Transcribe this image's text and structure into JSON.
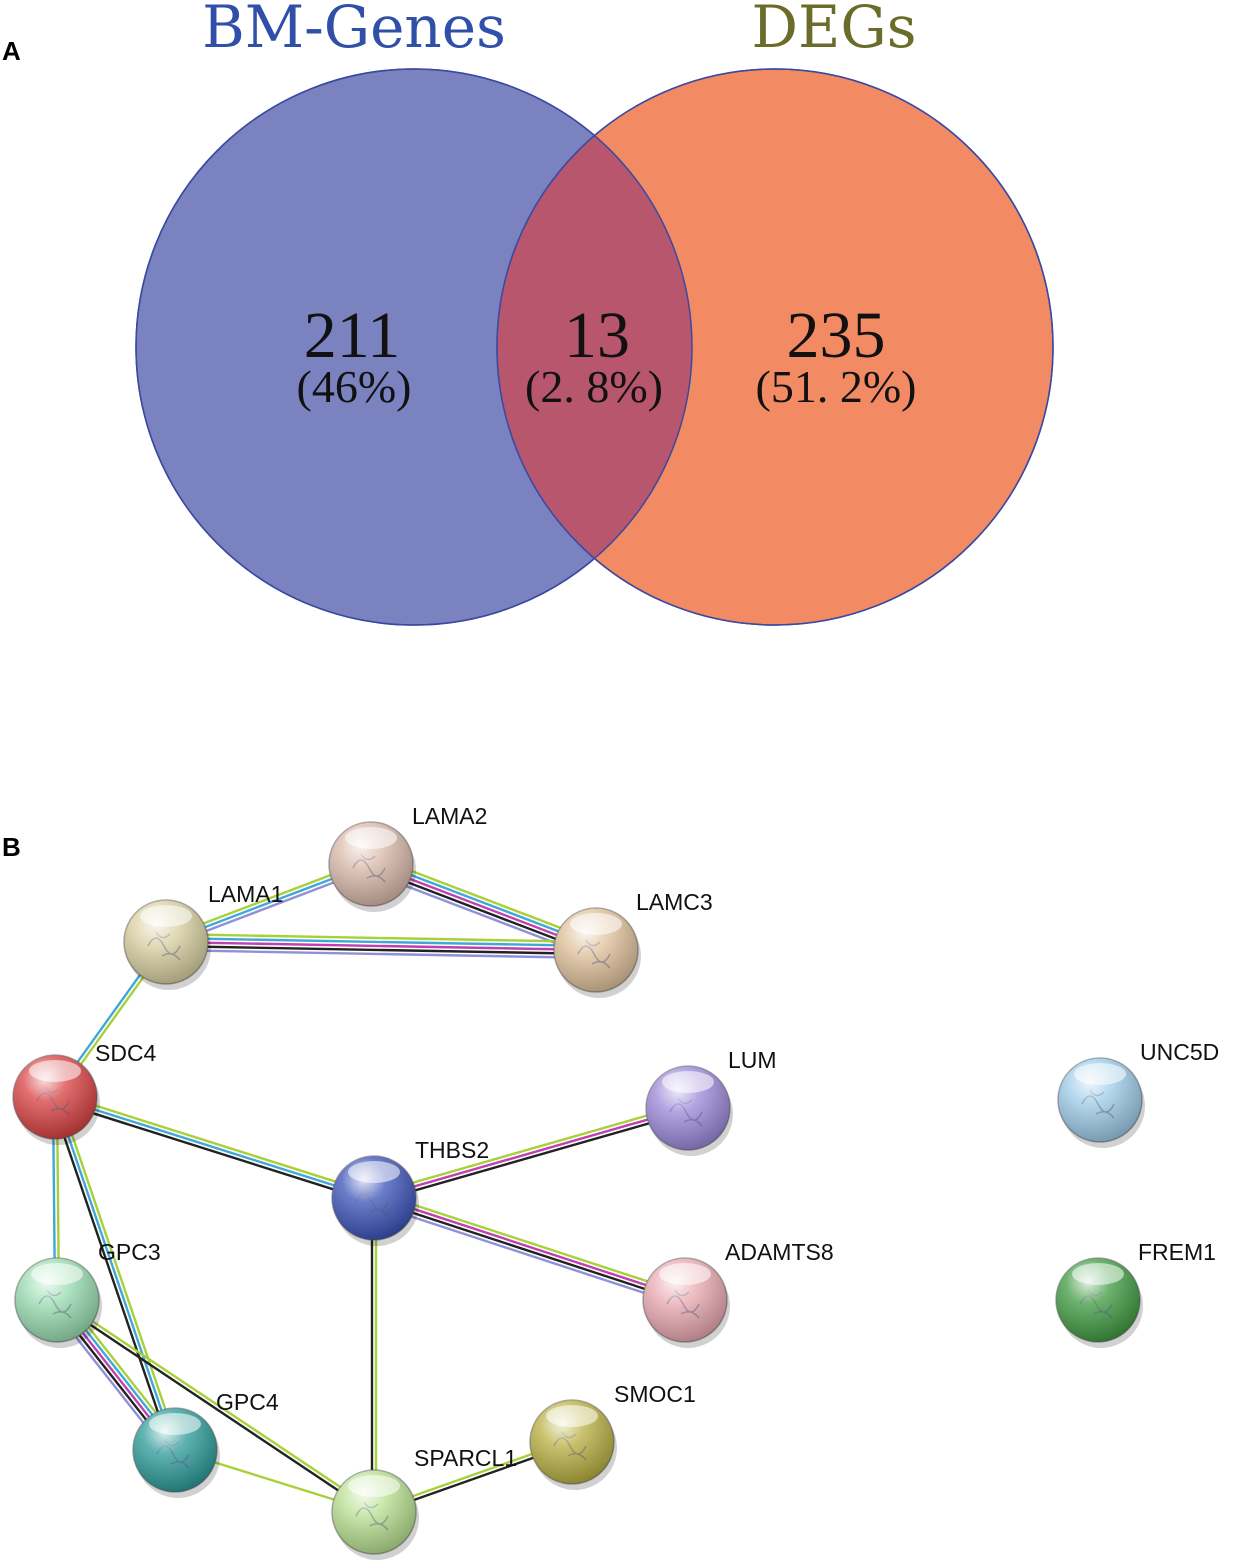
{
  "panel_a": {
    "letter": "A",
    "sets": [
      {
        "name": "BM-Genes",
        "color": "#2f4fa8",
        "fill": "#7b82c0"
      },
      {
        "name": "DEGs",
        "color": "#6b6b2a",
        "fill": "#f28a63"
      }
    ],
    "regions": [
      {
        "id": "left",
        "count": "211",
        "percent": "(46%)"
      },
      {
        "id": "overlap",
        "count": "13",
        "percent": "(2. 8%)"
      },
      {
        "id": "right",
        "count": "235",
        "percent": "(51. 2%)"
      }
    ]
  },
  "panel_b": {
    "letter": "B",
    "nodes": [
      {
        "id": "LAMA2",
        "label": "LAMA2",
        "color": "#d9b8a8"
      },
      {
        "id": "LAMA1",
        "label": "LAMA1",
        "color": "#d8cfa0"
      },
      {
        "id": "LAMC3",
        "label": "LAMC3",
        "color": "#e0c09a"
      },
      {
        "id": "SDC4",
        "label": "SDC4",
        "color": "#d84040"
      },
      {
        "id": "LUM",
        "label": "LUM",
        "color": "#9a88d8"
      },
      {
        "id": "UNC5D",
        "label": "UNC5D",
        "color": "#9ccbe8"
      },
      {
        "id": "THBS2",
        "label": "THBS2",
        "color": "#3a52b8"
      },
      {
        "id": "GPC3",
        "label": "GPC3",
        "color": "#98dcb0"
      },
      {
        "id": "ADAMTS8",
        "label": "ADAMTS8",
        "color": "#e8a8b0"
      },
      {
        "id": "FREM1",
        "label": "FREM1",
        "color": "#3e9a40"
      },
      {
        "id": "GPC4",
        "label": "GPC4",
        "color": "#2a9a98"
      },
      {
        "id": "SMOC1",
        "label": "SMOC1",
        "color": "#b8b040"
      },
      {
        "id": "SPARCL1",
        "label": "SPARCL1",
        "color": "#b8e090"
      }
    ],
    "edges": [
      {
        "source": "LAMA1",
        "target": "LAMA2",
        "evidence": [
          "#a8d038",
          "#40a8d8",
          "#9090d8"
        ]
      },
      {
        "source": "LAMA2",
        "target": "LAMC3",
        "evidence": [
          "#a8d038",
          "#40a8d8",
          "#c040b0",
          "#222222",
          "#9090d8"
        ]
      },
      {
        "source": "LAMA1",
        "target": "LAMC3",
        "evidence": [
          "#a8d038",
          "#40a8d8",
          "#c040b0",
          "#222222",
          "#9090d8"
        ]
      },
      {
        "source": "LAMA1",
        "target": "SDC4",
        "evidence": [
          "#a8d038",
          "#40a8d8"
        ]
      },
      {
        "source": "SDC4",
        "target": "THBS2",
        "evidence": [
          "#a8d038",
          "#40a8d8",
          "#222222"
        ]
      },
      {
        "source": "THBS2",
        "target": "LUM",
        "evidence": [
          "#a8d038",
          "#c040b0",
          "#222222"
        ]
      },
      {
        "source": "THBS2",
        "target": "ADAMTS8",
        "evidence": [
          "#a8d038",
          "#c040b0",
          "#222222",
          "#9090d8"
        ]
      },
      {
        "source": "THBS2",
        "target": "SPARCL1",
        "evidence": [
          "#a8d038",
          "#222222"
        ]
      },
      {
        "source": "SDC4",
        "target": "GPC3",
        "evidence": [
          "#a8d038",
          "#40a8d8"
        ]
      },
      {
        "source": "SDC4",
        "target": "GPC4",
        "evidence": [
          "#a8d038",
          "#40a8d8",
          "#222222"
        ]
      },
      {
        "source": "GPC3",
        "target": "GPC4",
        "evidence": [
          "#a8d038",
          "#40a8d8",
          "#c040b0",
          "#222222",
          "#9090d8"
        ]
      },
      {
        "source": "GPC3",
        "target": "SPARCL1",
        "evidence": [
          "#a8d038",
          "#222222"
        ]
      },
      {
        "source": "GPC4",
        "target": "SPARCL1",
        "evidence": [
          "#a8d038"
        ]
      },
      {
        "source": "SPARCL1",
        "target": "SMOC1",
        "evidence": [
          "#a8d038",
          "#222222"
        ]
      }
    ]
  }
}
